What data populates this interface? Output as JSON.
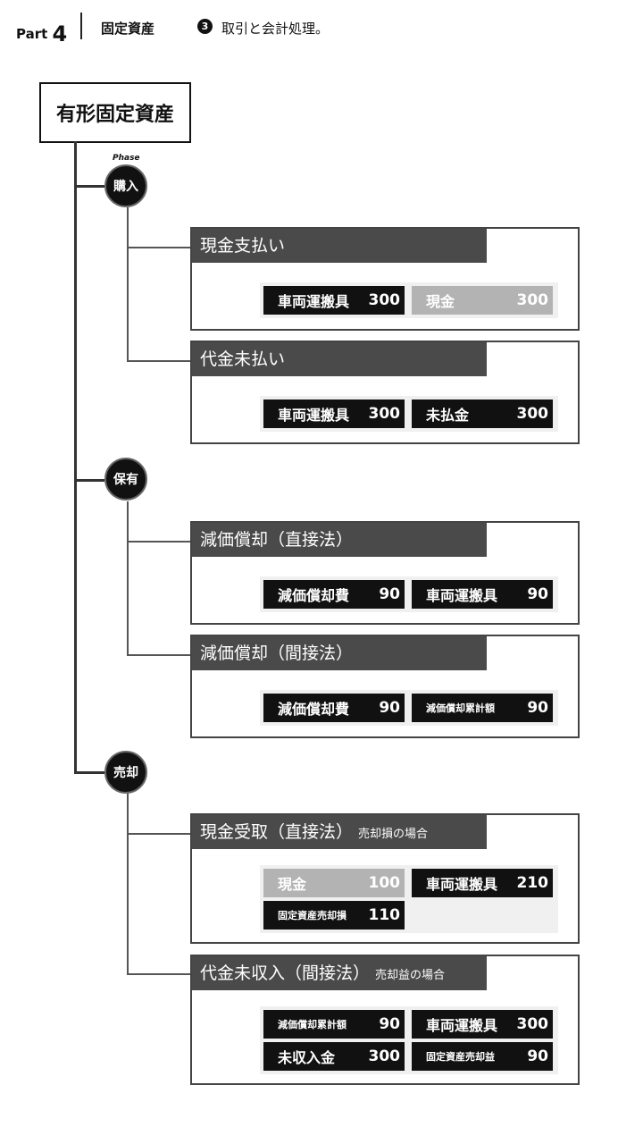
{
  "header": {
    "part_label": "Part",
    "part_number": "4",
    "chapter": "固定資産",
    "section_number": "3",
    "section_title": "取引と会計処理。"
  },
  "root_label": "有形固定資産",
  "phase_label": "Phase",
  "phases": [
    {
      "label": "購入",
      "cards": [
        {
          "title": "現金支払い",
          "subtitle": "",
          "debit": [
            {
              "label": "車両運搬具",
              "amount": "300"
            }
          ],
          "credit": [
            {
              "label": "現金",
              "amount": "300"
            }
          ]
        },
        {
          "title": "代金未払い",
          "subtitle": "",
          "debit": [
            {
              "label": "車両運搬具",
              "amount": "300"
            }
          ],
          "credit": [
            {
              "label": "未払金",
              "amount": "300"
            }
          ]
        }
      ]
    },
    {
      "label": "保有",
      "cards": [
        {
          "title": "減価償却（直接法）",
          "subtitle": "",
          "debit": [
            {
              "label": "減価償却費",
              "amount": "90"
            }
          ],
          "credit": [
            {
              "label": "車両運搬具",
              "amount": "90"
            }
          ]
        },
        {
          "title": "減価償却（間接法）",
          "subtitle": "",
          "debit": [
            {
              "label": "減価償却費",
              "amount": "90"
            }
          ],
          "credit": [
            {
              "label": "減価償却累計額",
              "amount": "90"
            }
          ]
        }
      ]
    },
    {
      "label": "売却",
      "cards": [
        {
          "title": "現金受取（直接法）",
          "subtitle": "売却損の場合",
          "debit": [
            {
              "label": "現金",
              "amount": "100"
            },
            {
              "label": "固定資産売却損",
              "amount": "110"
            }
          ],
          "credit": [
            {
              "label": "車両運搬具",
              "amount": "210"
            }
          ]
        },
        {
          "title": "代金未収入（間接法）",
          "subtitle": "売却益の場合",
          "debit": [
            {
              "label": "減価償却累計額",
              "amount": "90"
            },
            {
              "label": "未収入金",
              "amount": "300"
            }
          ],
          "credit": [
            {
              "label": "車両運搬具",
              "amount": "300"
            },
            {
              "label": "固定資産売却益",
              "amount": "90"
            }
          ]
        }
      ]
    }
  ],
  "colors": {
    "dark_cell": "#111111",
    "gray_cell": "#b3b3b3",
    "card_title_bg": "#4a4a4a"
  }
}
